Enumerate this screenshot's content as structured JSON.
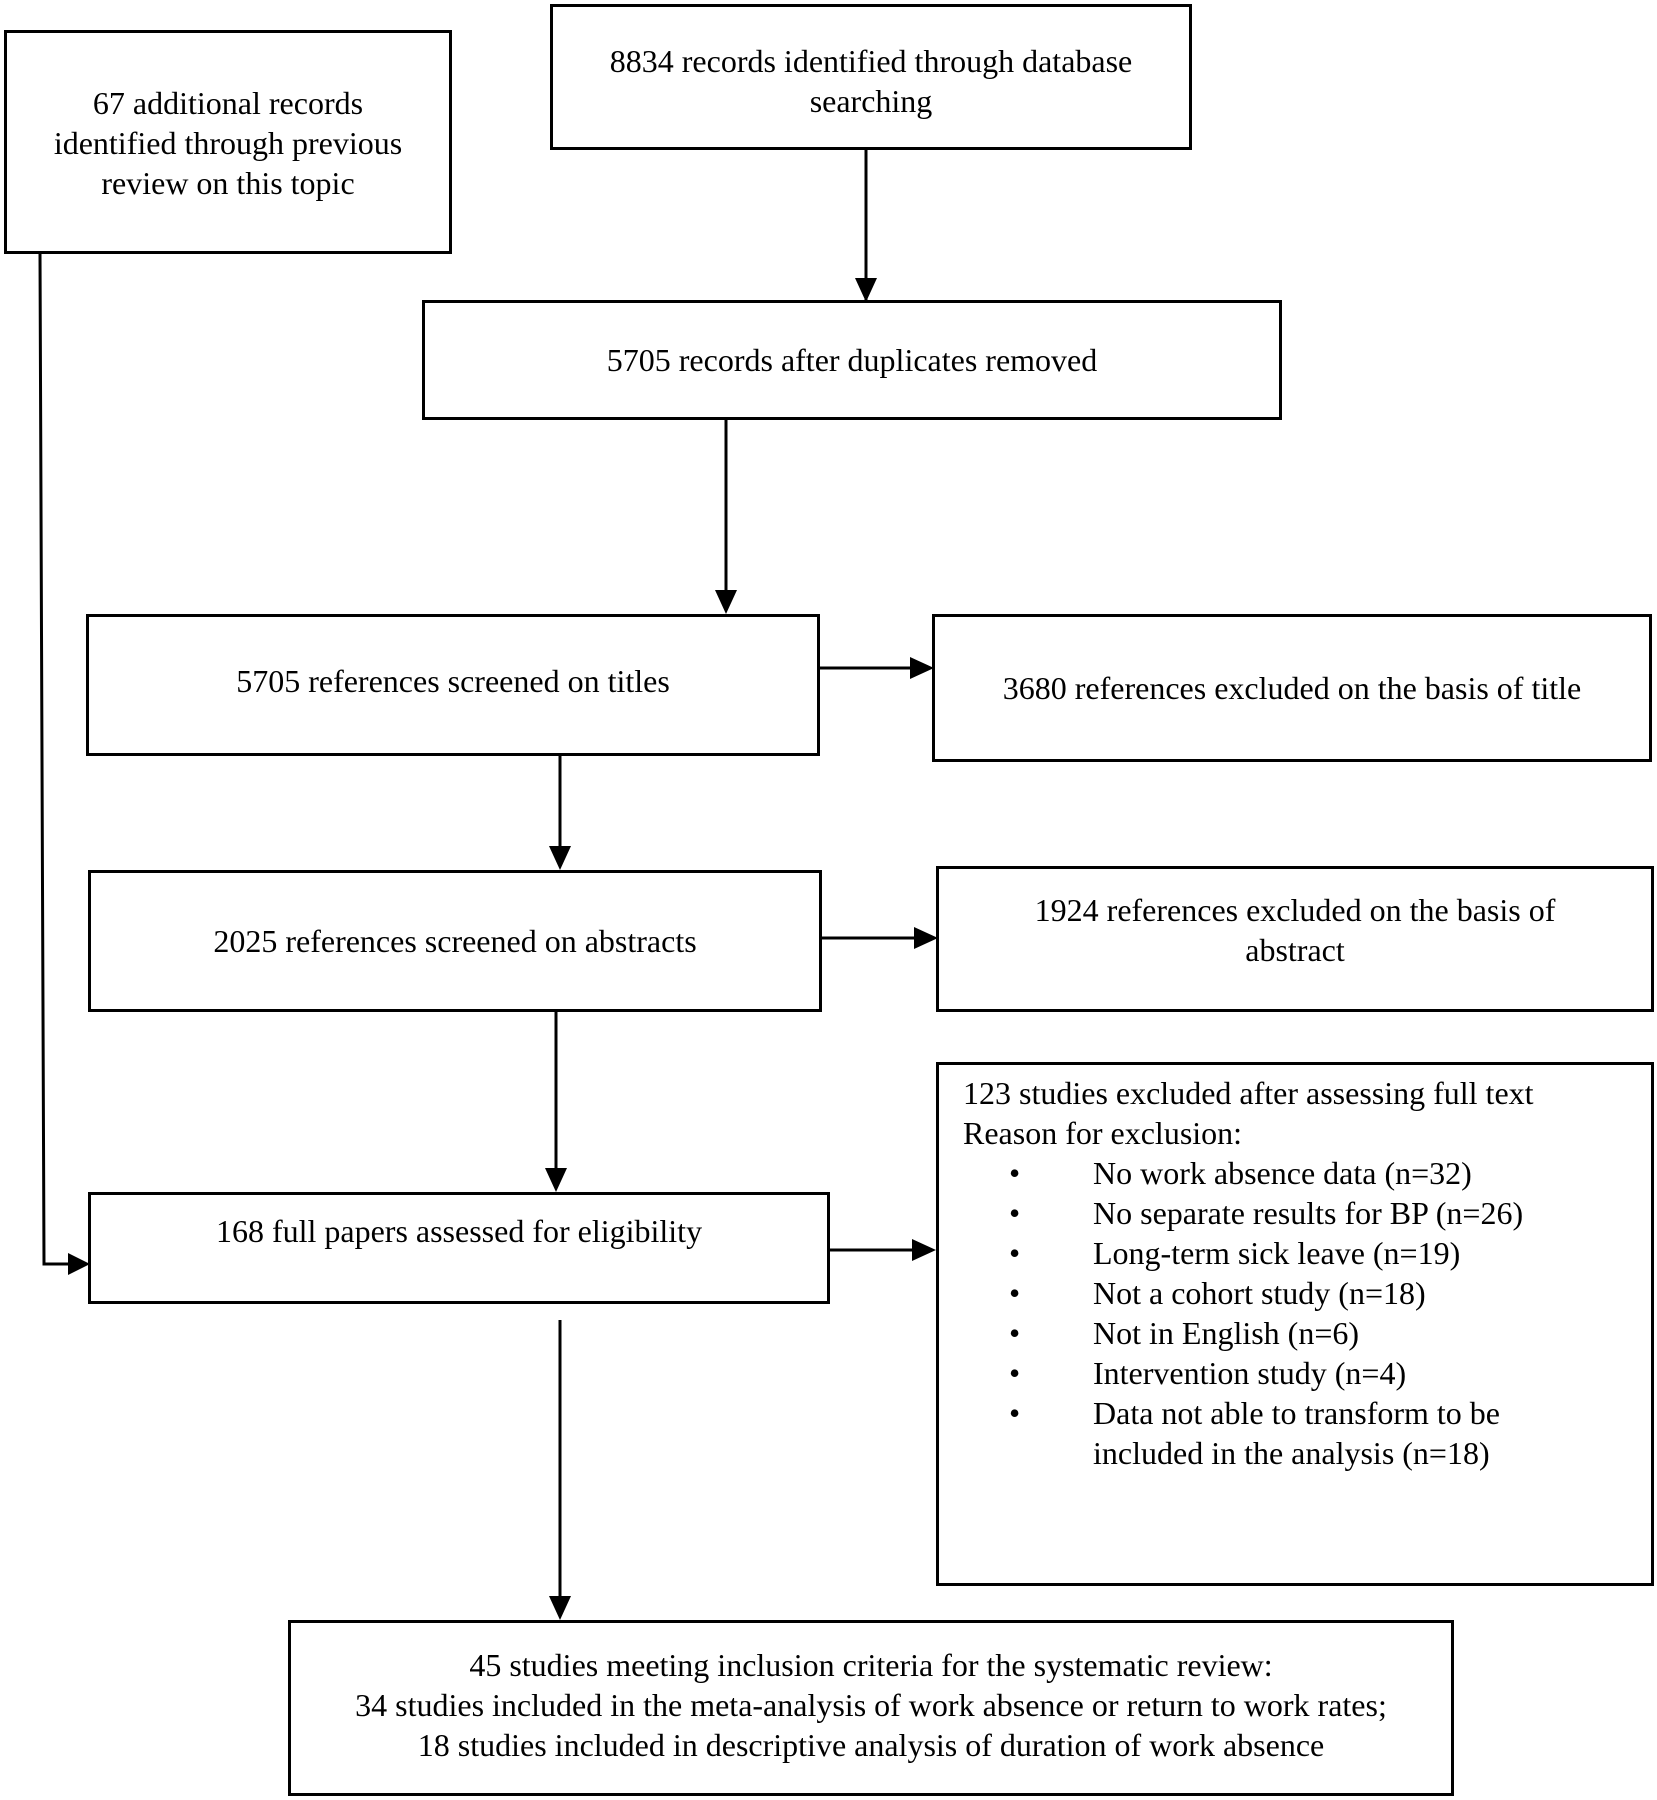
{
  "flow": {
    "additional_records": [
      "67 additional records",
      "identified through previous",
      "review on this topic"
    ],
    "database_records": [
      "8834 records identified through database",
      "searching"
    ],
    "after_duplicates": [
      "5705 records after duplicates removed"
    ],
    "screened_titles": [
      "5705 references screened on titles"
    ],
    "excluded_title": [
      "3680 references excluded on the basis of title"
    ],
    "screened_abstracts": [
      "2025 references screened on abstracts"
    ],
    "excluded_abstract": [
      "1924 references excluded on the basis of",
      "abstract"
    ],
    "full_papers": [
      "168 full papers assessed for eligibility"
    ],
    "excluded_full_text": {
      "heading": "123 studies excluded after assessing full text",
      "subheading": "Reason for exclusion:",
      "reasons": [
        "No work absence data (n=32)",
        "No separate results for BP (n=26)",
        "Long-term sick leave (n=19)",
        "Not a cohort study (n=18)",
        "Not in English (n=6)",
        "Intervention study (n=4)",
        "Data not able to transform to be included in the analysis (n=18)"
      ],
      "last_reason_lines": [
        "Data not able to transform to be",
        "included in the analysis (n=18)"
      ]
    },
    "included": [
      "45 studies meeting inclusion criteria for the systematic review:",
      "34 studies included in the meta-analysis of work absence or return to work rates;",
      "18 studies included in descriptive analysis of duration of work absence"
    ]
  }
}
